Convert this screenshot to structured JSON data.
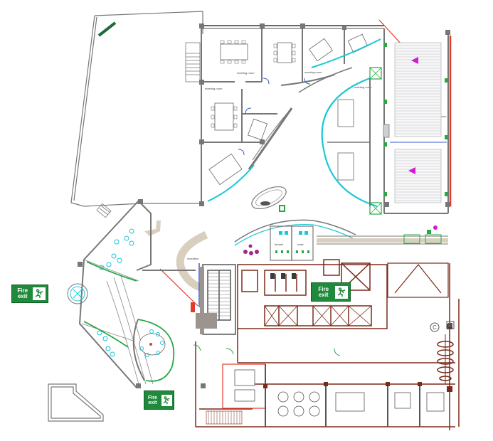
{
  "signs": [
    {
      "line1": "Fire",
      "line2": "exit"
    },
    {
      "line1": "Fire",
      "line2": "exit"
    },
    {
      "line1": "Fire",
      "line2": "exit"
    }
  ],
  "room_labels": {
    "meeting_room": "meeting room",
    "reception": "reception",
    "female": "female",
    "male": "male"
  },
  "map_symbols": {
    "c": "C"
  },
  "colors": {
    "wall": "#8a7f78",
    "wall_dark": "#555555",
    "accent_cyan": "#19c8d6",
    "accent_green": "#27a844",
    "accent_red": "#e23a2a",
    "accent_magenta": "#d21ad2",
    "dark_red": "#7a2a1a",
    "reception_desk": "#d9cfbf",
    "fire_green": "#1f8a3c"
  }
}
